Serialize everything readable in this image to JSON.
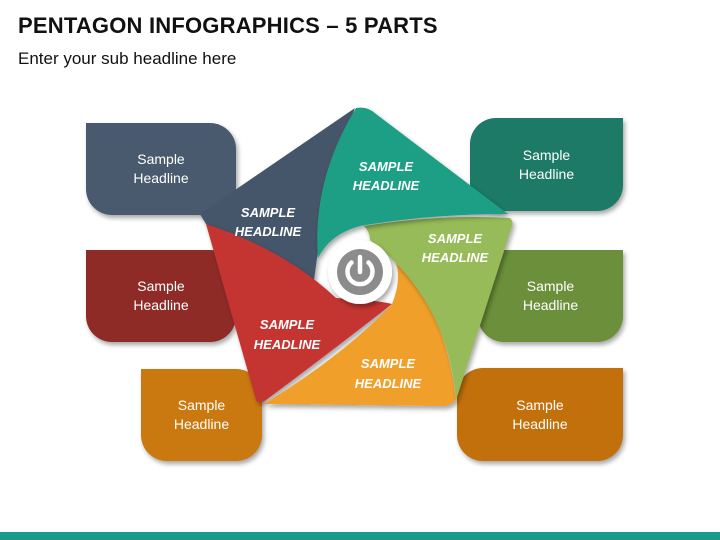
{
  "title": "PENTAGON INFOGRAPHICS – 5 PARTS",
  "subtitle": "Enter your sub headline here",
  "side_boxes": [
    {
      "line1": "Sample",
      "line2": "Headline",
      "color": "#4a5a6e"
    },
    {
      "line1": "Sample",
      "line2": "Headline",
      "color": "#8e2b27"
    },
    {
      "line1": "Sample",
      "line2": "Headline",
      "color": "#c9790f"
    },
    {
      "line1": "Sample",
      "line2": "Headline",
      "color": "#1c7a66"
    },
    {
      "line1": "Sample",
      "line2": "Headline",
      "color": "#6b8f3a"
    },
    {
      "line1": "Sample",
      "line2": "Headline",
      "color": "#c2700c"
    }
  ],
  "segments": [
    {
      "line1": "SAMPLE",
      "line2": "HEADLINE",
      "color": "#44556a"
    },
    {
      "line1": "SAMPLE",
      "line2": "HEADLINE",
      "color": "#1e9f85"
    },
    {
      "line1": "SAMPLE",
      "line2": "HEADLINE",
      "color": "#97bb58"
    },
    {
      "line1": "SAMPLE",
      "line2": "HEADLINE",
      "color": "#f0a02a"
    },
    {
      "line1": "SAMPLE",
      "line2": "HEADLINE",
      "color": "#c43632"
    }
  ],
  "center_icon": "power-icon",
  "accent_color": "#1a9a8a"
}
